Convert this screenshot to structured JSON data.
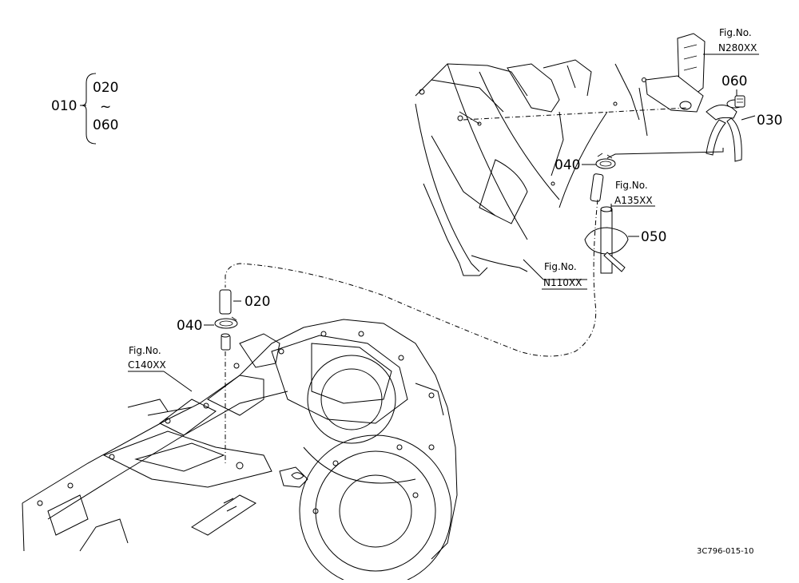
{
  "range_group": {
    "parent": "010",
    "from": "020",
    "tilde": "~",
    "to": "060"
  },
  "callouts": {
    "c020": "020",
    "c030": "030",
    "c040_top": "040",
    "c040_bottom": "040",
    "c050": "050",
    "c060": "060"
  },
  "fig_refs": {
    "n280": {
      "prefix": "Fig.No.",
      "code": "N280XX"
    },
    "a135": {
      "prefix": "Fig.No.",
      "code": "A135XX"
    },
    "n110": {
      "prefix": "Fig.No.",
      "code": "N110XX"
    },
    "c140": {
      "prefix": "Fig.No.",
      "code": "C140XX"
    }
  },
  "drawing_code": "3C796-015-10"
}
